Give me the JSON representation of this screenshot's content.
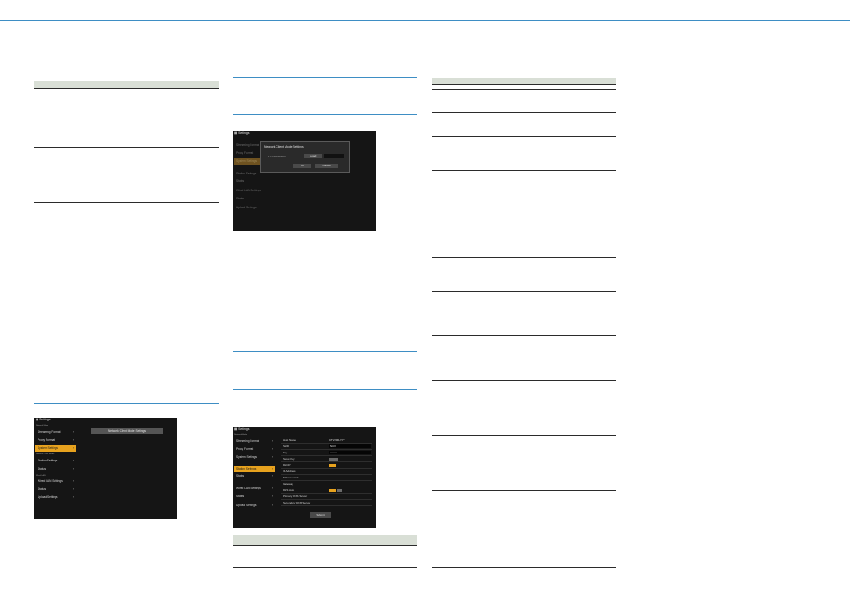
{
  "panel1": {
    "title": "Settings",
    "section_labels": [
      "Network Mode",
      "Network Client Mode",
      "Wired LAN"
    ],
    "items": [
      {
        "label": "Streaming Format",
        "active": false
      },
      {
        "label": "Proxy Format",
        "active": false
      },
      {
        "label": "System Settings",
        "active": true
      },
      {
        "label": "Station Settings",
        "active": false
      },
      {
        "label": "Status",
        "active": false
      },
      {
        "label": "Wired LAN Settings",
        "active": false
      },
      {
        "label": "Status",
        "active": false
      },
      {
        "label": "Upload Settings",
        "active": false
      }
    ],
    "main_button": "Network Client Mode Settings"
  },
  "panel2": {
    "title": "Settings",
    "dialog_title": "Network Client Mode Settings",
    "field_label": "Load Definition",
    "field_button": "Load",
    "ok": "OK",
    "cancel": "Cancel",
    "items": [
      "Streaming Format",
      "Proxy Format",
      "System Settings",
      "Station Settings",
      "Status",
      "Wired LAN Settings",
      "Status",
      "Upload Settings"
    ]
  },
  "panel3": {
    "title": "Settings",
    "items": [
      {
        "label": "Streaming Format",
        "active": false
      },
      {
        "label": "Proxy Format",
        "active": false
      },
      {
        "label": "System Settings",
        "active": false
      },
      {
        "label": "Station Settings",
        "active": true
      },
      {
        "label": "Status",
        "active": false
      },
      {
        "label": "Wired LAN Settings",
        "active": false
      },
      {
        "label": "Status",
        "active": false
      },
      {
        "label": "Upload Settings",
        "active": false
      }
    ],
    "rows": [
      {
        "label": "Host Name",
        "value": "CTV-500-YYY"
      },
      {
        "label": "SSID",
        "value": "NUIY"
      },
      {
        "label": "Key",
        "value": "••••••••"
      },
      {
        "label": "Show Key",
        "value": ""
      },
      {
        "label": "DHCP",
        "value": ""
      },
      {
        "label": "IP Address",
        "value": ""
      },
      {
        "label": "Subnet mask",
        "value": ""
      },
      {
        "label": "Gateway",
        "value": ""
      },
      {
        "label": "DNS Auto",
        "value": ""
      },
      {
        "label": "Primary DNS Server",
        "value": ""
      },
      {
        "label": "Secondary DNS Server",
        "value": ""
      }
    ],
    "submit": "Submit"
  }
}
